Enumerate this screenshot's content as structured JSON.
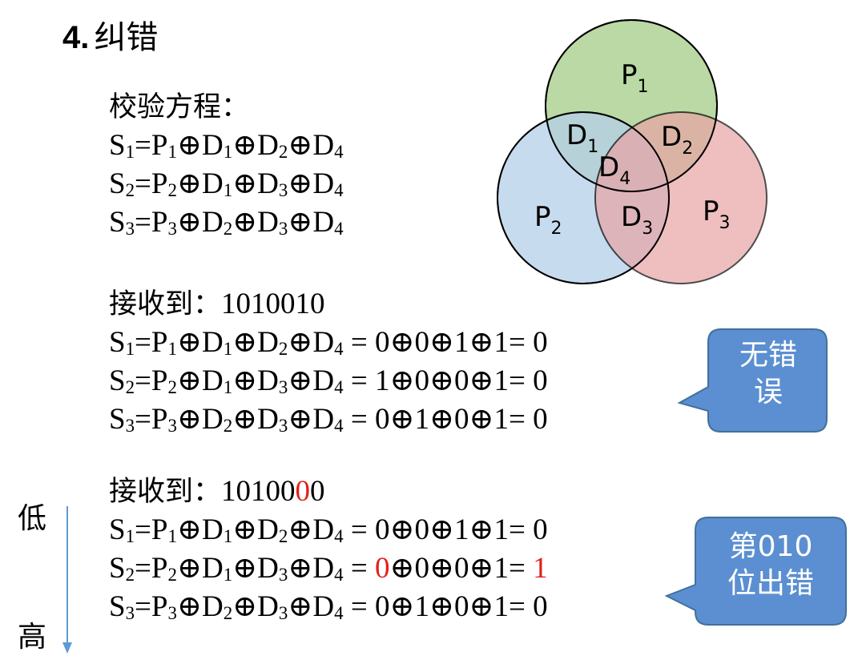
{
  "title": {
    "number": "4.",
    "text": "纠错"
  },
  "check_equations": {
    "label": "校验方程：",
    "eq1": {
      "s": "S",
      "s_sub": "1",
      "rest": "=P",
      "p_sub": "1",
      "d": "⊕D",
      "d1": "1",
      "d2": "2",
      "d3": "4"
    },
    "eq2": {
      "s_sub": "2",
      "p_sub": "2",
      "d1": "1",
      "d2": "3",
      "d3": "4"
    },
    "eq3": {
      "s_sub": "3",
      "p_sub": "3",
      "d1": "2",
      "d2": "3",
      "d3": "4"
    }
  },
  "venn": {
    "labels": [
      "P",
      "P",
      "P",
      "D",
      "D",
      "D",
      "D"
    ],
    "subs": [
      "1",
      "2",
      "3",
      "1",
      "2",
      "3",
      "4"
    ],
    "colors": {
      "p1": "#b7d7a0",
      "p2": "#b5cfe9",
      "p3": "#e9a4a6"
    }
  },
  "example1": {
    "label": "接收到：",
    "code": "1010010",
    "eq1_vals": " = 0⊕0⊕1⊕1= 0",
    "eq2_vals": " = 1⊕0⊕0⊕1= 0",
    "eq3_vals": " = 0⊕1⊕0⊕1= 0",
    "bubble_line1": "无错",
    "bubble_line2": "误"
  },
  "example2": {
    "label": "接收到：",
    "code_prefix": "10100",
    "code_error_bit": "0",
    "code_suffix": "0",
    "eq1_vals": " = 0⊕0⊕1⊕1= 0",
    "eq2_prefix": " = ",
    "eq2_error_bit": "0",
    "eq2_middle": "⊕0⊕0⊕1= ",
    "eq2_result": "1",
    "eq3_vals": " = 0⊕1⊕0⊕1= 0",
    "bubble_line1": "第010",
    "bubble_line2": "位出错"
  },
  "axis": {
    "low": "低",
    "high": "高"
  },
  "colors": {
    "bubble": "#5b8fd1",
    "bubble_border": "#41719c",
    "error": "#e0201a",
    "axis": "#5b9bd5"
  }
}
